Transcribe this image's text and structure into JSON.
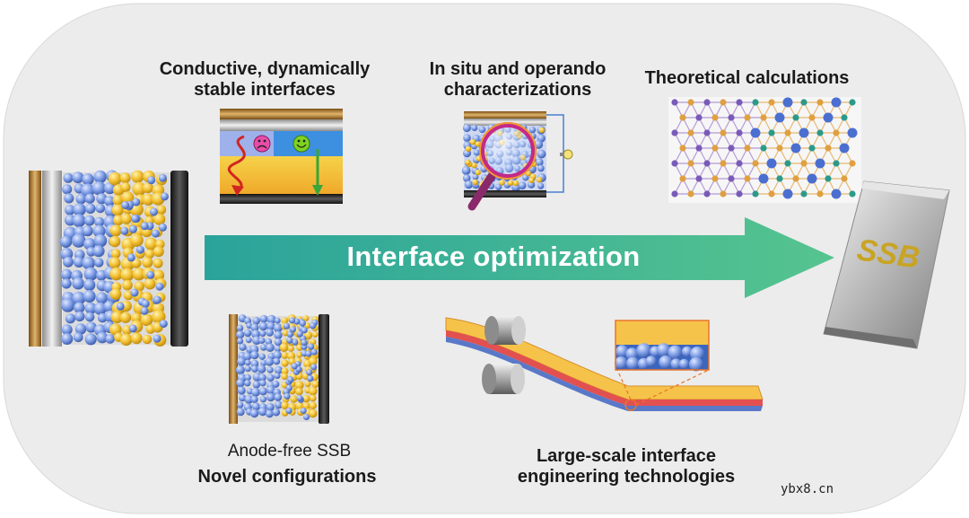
{
  "labels": {
    "conductive_line1": "Conductive, dynamically",
    "conductive_line2": "stable interfaces",
    "insitu_line1": "In situ and operando",
    "insitu_line2": "characterizations",
    "theoretical": "Theoretical calculations",
    "arrow_text": "Interface optimization",
    "ssb": "SSB",
    "anode_free": "Anode-free SSB",
    "novel": "Novel configurations",
    "largescale_line1": "Large-scale interface",
    "largescale_line2": "engineering technologies"
  },
  "watermark": "ybx8.cn",
  "icons": [
    "sad-face-icon",
    "happy-face-icon",
    "magnifier-icon",
    "lightbulb-icon"
  ],
  "colors": {
    "background_panel": "#ececec",
    "arrow_start": "#2aa39b",
    "arrow_end": "#4fbf8f",
    "electrolyte_blue": "#6f8fd8",
    "cathode_yellow": "#f2c230",
    "copper": "#b07a2a",
    "steel": "#b8b8b8",
    "dark_plate": "#2c2c2c",
    "belt_yellow": "#f6c34a"
  }
}
